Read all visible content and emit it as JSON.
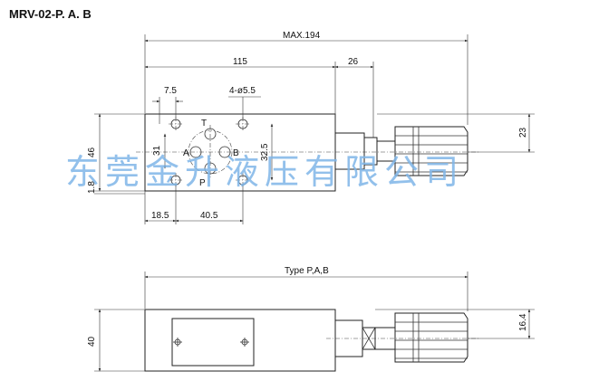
{
  "title": "MRV-02-P. A. B",
  "watermark": "东莞金升液压有限公司",
  "top_view": {
    "dims": {
      "overall": "MAX.194",
      "body_length": "115",
      "knob_length": "26",
      "offset_left": "7.5",
      "holes": "4-ø5.5",
      "port_spacing_v": "31",
      "bolt_spacing_v": "32.5",
      "height": "46",
      "knob_offset": "23",
      "edge_offset": "1.8",
      "bottom_left": "18.5",
      "bottom_span": "40.5"
    },
    "ports": {
      "a": "A",
      "b": "B",
      "p": "P",
      "t": "T"
    }
  },
  "front_view": {
    "type_label": "Type P,A,B",
    "height": "40",
    "knob_offset": "16.4"
  },
  "colors": {
    "line": "#222222",
    "watermark": "#7fb6e8"
  }
}
